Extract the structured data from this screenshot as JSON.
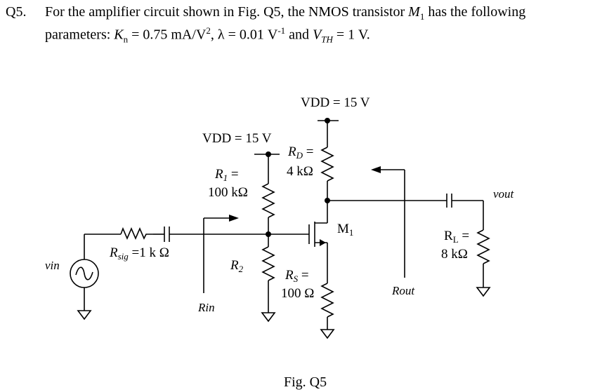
{
  "question": {
    "number": "Q5.",
    "line1_prefix": "For the amplifier circuit shown in Fig. Q5, the NMOS transistor ",
    "transistor": "M",
    "transistor_sub": "1",
    "line1_suffix": " has the following",
    "line2_prefix": "parameters: ",
    "kn_sym": "K",
    "kn_sub": "n",
    "kn_val": " = 0.75 mA/V",
    "kn_exp": "2",
    "lambda_text": ", λ = 0.01 V",
    "lambda_exp": "-1",
    "vth_and": " and ",
    "vth_sym": "V",
    "vth_sub": "TH",
    "vth_val": " = 1 V."
  },
  "circuit": {
    "vdd_left": "VDD = 15 V",
    "vdd_right": "VDD = 15 V",
    "r1_name": "R",
    "r1_sub": "1",
    "r1_eq": " =",
    "r1_val": "100 kΩ",
    "r2_name": "R",
    "r2_sub": "2",
    "rd_name": "R",
    "rd_sub": "D",
    "rd_eq": " =",
    "rd_val": "4 kΩ",
    "rs_name": "R",
    "rs_sub": "S",
    "rs_eq": " =",
    "rs_val": "100 Ω",
    "rl_name": "R",
    "rl_sub": "L",
    "rl_eq": " =",
    "rl_val": "8 kΩ",
    "rsig_name": "R",
    "rsig_sub": "sig",
    "rsig_val": " =1 k Ω",
    "transistor_name": "M",
    "transistor_sub": "1",
    "vin": "vin",
    "vout": "vout",
    "rin": "Rin",
    "rout": "Rout",
    "figure_caption": "Fig. Q5"
  }
}
